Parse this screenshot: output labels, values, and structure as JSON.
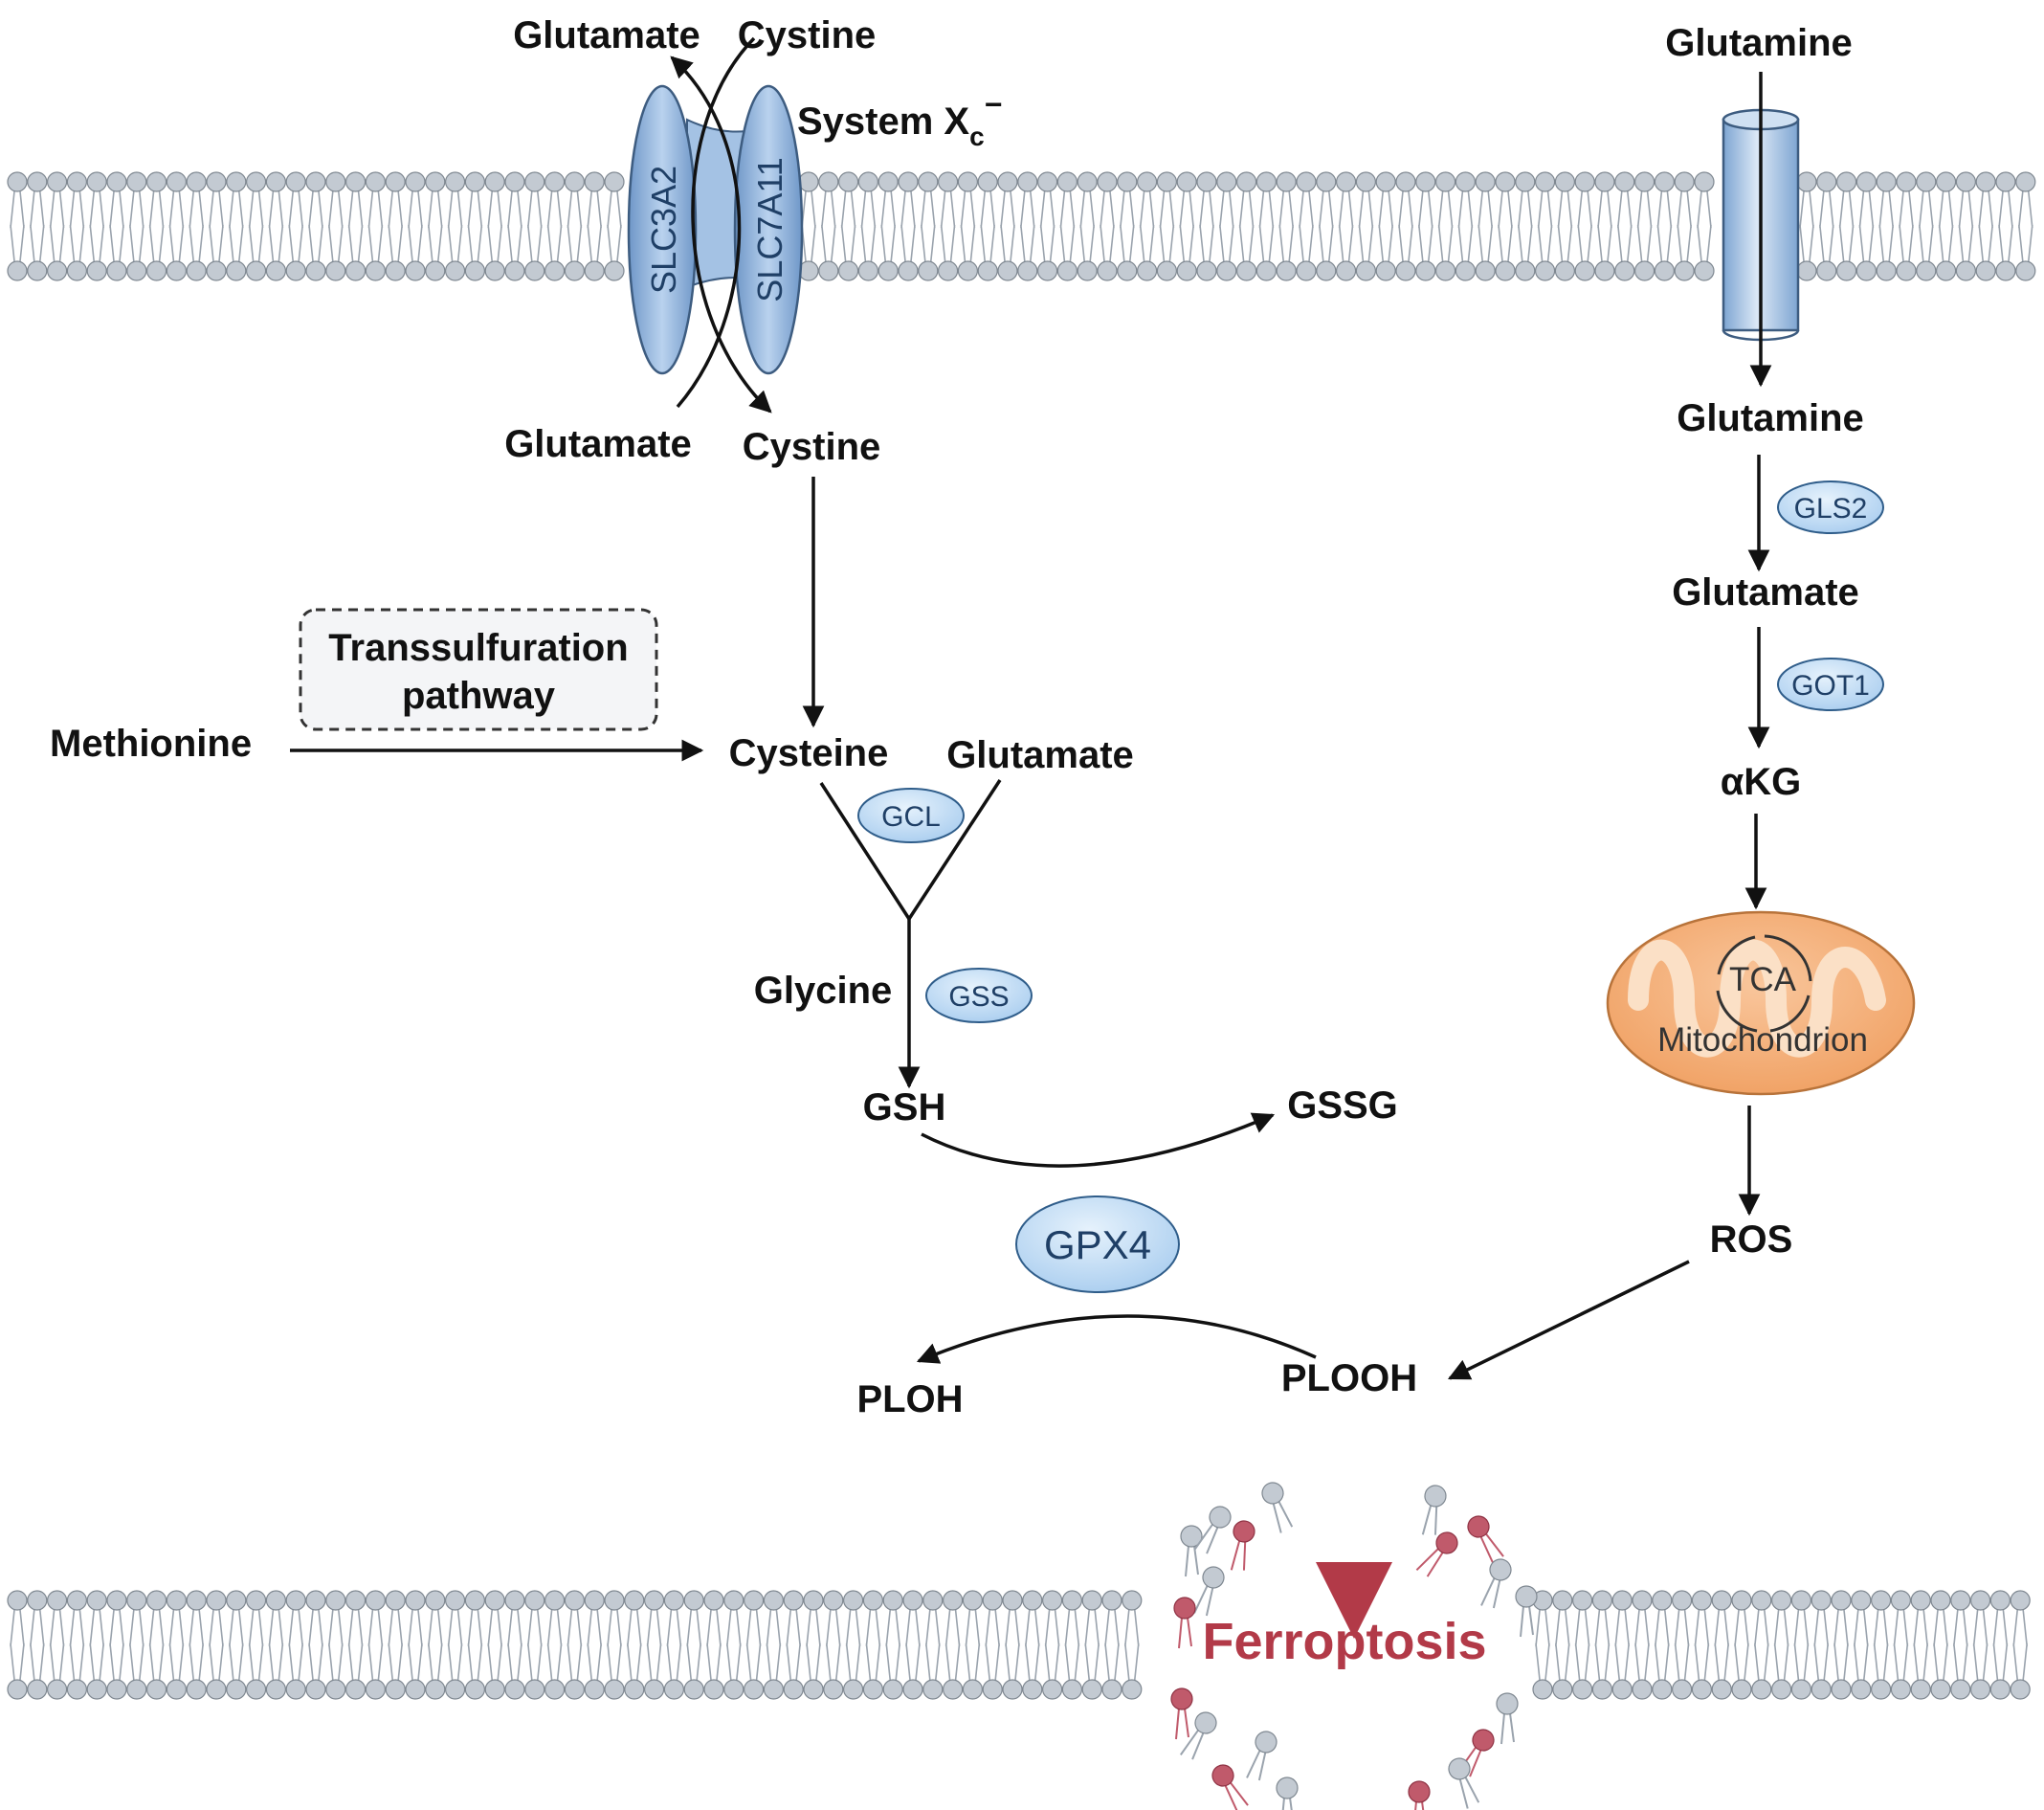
{
  "system_xc": {
    "label_main": "System X",
    "label_sub": "c",
    "label_sup": "−",
    "left_transporter": "SLC3A2",
    "right_transporter": "SLC7A11",
    "outside_left": "Glutamate",
    "outside_right": "Cystine",
    "inside_left": "Glutamate",
    "inside_right": "Cystine"
  },
  "gsh_pathway": {
    "cysteine": "Cysteine",
    "glutamate": "Glutamate",
    "gcl": "GCL",
    "glycine": "Glycine",
    "gss": "GSS",
    "gsh": "GSH",
    "gssg": "GSSG",
    "gpx4": "GPX4",
    "plooh": "PLOOH",
    "ploh": "PLOH"
  },
  "transsulfuration": {
    "methionine": "Methionine",
    "box_line1": "Transsulfuration",
    "box_line2": "pathway"
  },
  "glutaminolysis": {
    "glutamine_out": "Glutamine",
    "glutamine_in": "Glutamine",
    "gls2": "GLS2",
    "glutamate": "Glutamate",
    "got1": "GOT1",
    "akg": "αKG",
    "tca": "TCA",
    "mitochondrion": "Mitochondrion",
    "ros": "ROS"
  },
  "outcome": {
    "ferroptosis": "Ferroptosis"
  },
  "colors": {
    "membrane_head": "#c3cad2",
    "transporter_blue": "#8fb3da",
    "enzyme_blue": "#bcd9f2",
    "mitochondrion_orange": "#f6b07a",
    "ferroptosis_red": "#b23a48",
    "damaged_lipid": "#c05a6b"
  }
}
